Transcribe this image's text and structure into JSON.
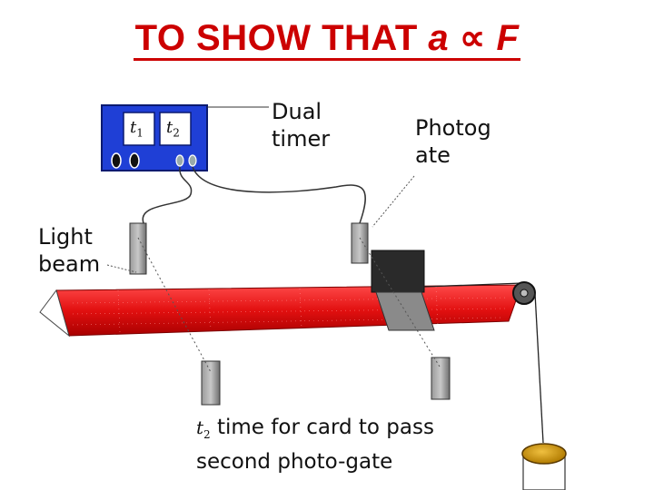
{
  "title": {
    "prefix": "TO SHOW THAT ",
    "a": "a",
    "symbol": " ∝ ",
    "F": "F"
  },
  "timer": {
    "t1_base": "t",
    "t1_sub": "1",
    "t2_base": "t",
    "t2_sub": "2"
  },
  "labels": {
    "dual_timer_line1": "Dual",
    "dual_timer_line2": "timer",
    "photogate_line1": "Photog",
    "photogate_line2": "ate",
    "light_beam_line1": "Light",
    "light_beam_line2": "beam"
  },
  "caption": {
    "t_base": "t",
    "t_sub": "2",
    "line1_rest": " time for card to pass",
    "line2": "second photo-gate"
  },
  "colors": {
    "title": "#cc0000",
    "timer_body": "#1f3fd6",
    "track": "#e41414",
    "gate": "#808080",
    "card": "#2a2a2a",
    "weight": "#d4a017"
  }
}
